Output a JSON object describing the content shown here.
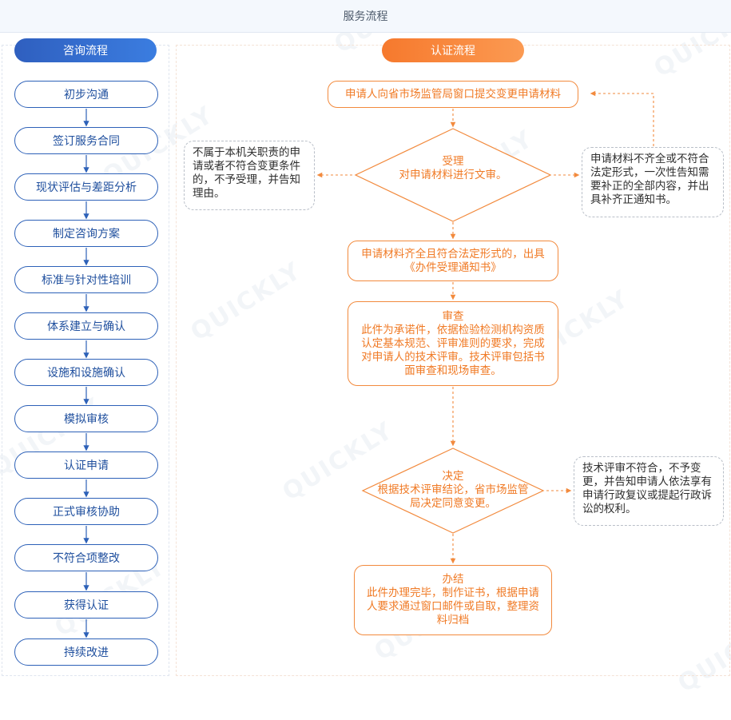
{
  "header": {
    "title": "服务流程"
  },
  "consult": {
    "title": "咨询流程",
    "steps": [
      "初步沟通",
      "签订服务合同",
      "现状评估与差距分析",
      "制定咨询方案",
      "标准与针对性培训",
      "体系建立与确认",
      "设施和设施确认",
      "模拟审核",
      "认证申请",
      "正式审核协助",
      "不符合项整改",
      "获得认证",
      "持续改进"
    ]
  },
  "cert": {
    "title": "认证流程",
    "submit": "申请人向省市场监管局窗口提交变更申请材料",
    "accept": {
      "title": "受理",
      "body": "对申请材料进行文审。"
    },
    "reject_note": "不属于本机关职责的申请或者不符合变更条件的，不予受理，并告知理由。",
    "supplement_note": "申请材料不齐全或不符合法定形式，一次性告知需要补正的全部内容，并出具补齐正通知书。",
    "complete": "申请材料齐全且符合法定形式的，出具《办件受理通知书》",
    "review": {
      "title": "审查",
      "body": "此件为承诺件，依据检验检测机构资质认定基本规范、评审准则的要求，完成对申请人的技术评审。技术评审包括书面审查和现场审查。"
    },
    "decision": {
      "title": "决定",
      "body": "根据技术评审结论，省市场监管局决定同意变更。"
    },
    "deny_note": "技术评审不符合，不予变更，并告知申请人依法享有申请行政复议或提起行政诉讼的权利。",
    "finish": {
      "title": "办结",
      "body": "此件办理完毕，制作证书，根据申请人要求通过窗口邮件或自取，整理资料归档"
    }
  },
  "watermark": "QUICKLY",
  "colors": {
    "blue": "#2d61b8",
    "orange": "#f07a25",
    "gray": "#b9bfc8"
  }
}
